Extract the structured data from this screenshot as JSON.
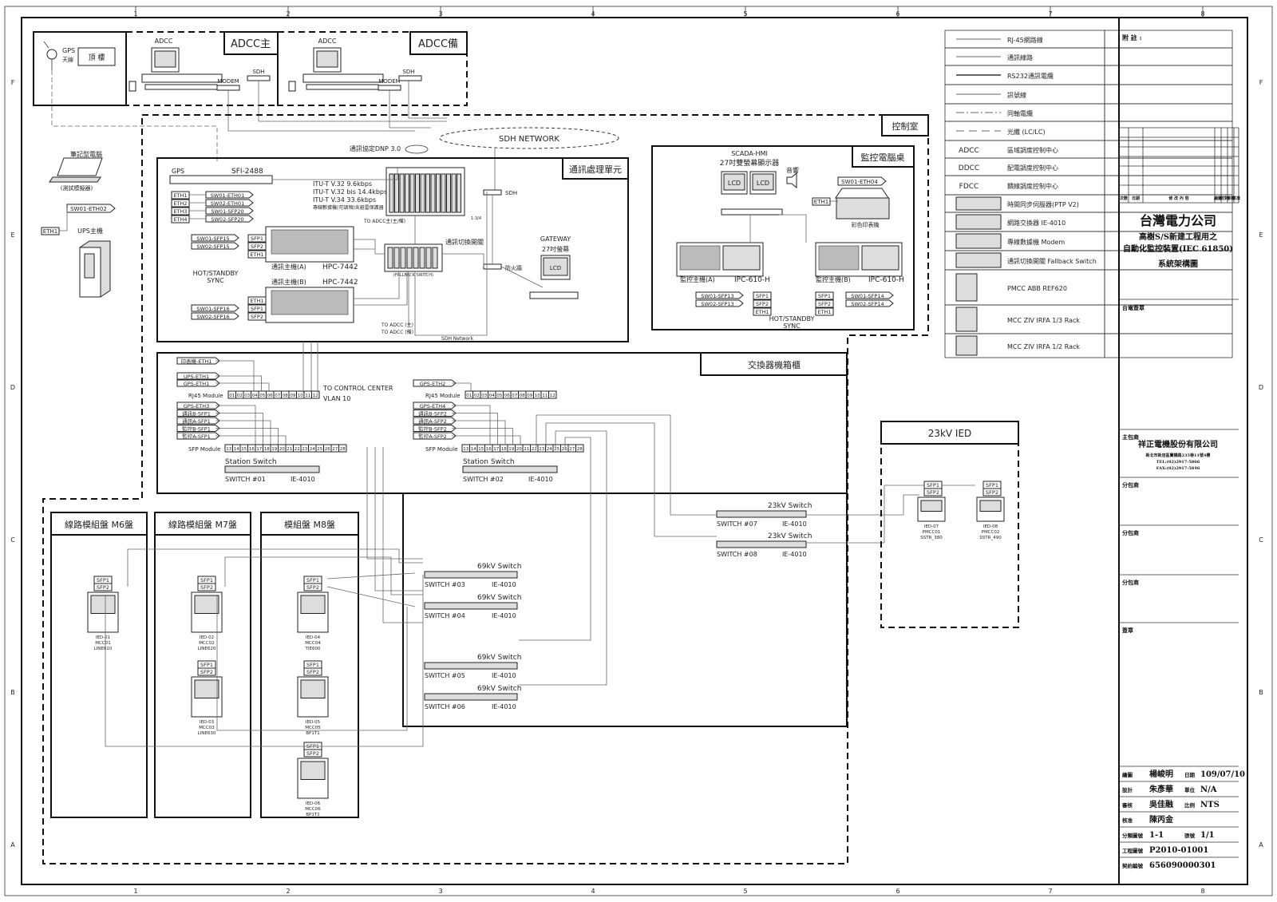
{
  "frame": {
    "col_numbers": [
      "1",
      "2",
      "3",
      "4",
      "5",
      "6",
      "7",
      "8"
    ],
    "row_letters": [
      "F",
      "E",
      "D",
      "C",
      "B",
      "A"
    ]
  },
  "adcc_main": {
    "title": "ADCC主",
    "pc_label": "ADCC",
    "modem": "MODEM",
    "sdh": "SDH"
  },
  "adcc_backup": {
    "title": "ADCC備",
    "pc_label": "ADCC",
    "modem": "MODEM",
    "sdh": "SDH"
  },
  "gps_box": {
    "gps": "GPS",
    "antenna": "天線",
    "roof": "頂 樓"
  },
  "control_room": {
    "title": "控制室"
  },
  "sdh_network": "SDH NETWORK",
  "dnp_label": "通訊協定DNP 3.0",
  "left_devices": {
    "laptop_label": "筆記型電腦",
    "laptop_sub": "(測試模擬器)",
    "sw_eth02": "SW01-ETH02",
    "eth1": "ETH1",
    "ups": "UPS主機"
  },
  "comm_unit": {
    "title": "通訊處理單元",
    "gps": "GPS",
    "sfi": "SFI-2488",
    "eth_labels": [
      "ETH1",
      "ETH2",
      "ETH3",
      "ETH4"
    ],
    "sw_labels": [
      "SW01-ETH01",
      "SW02-ETH01",
      "SW01-SFP20",
      "SW02-SFP20"
    ],
    "itu": [
      "ITU-T V.32 9.6kbps",
      "ITU-T V.32 bis 14.4kbps",
      "ITU-T V.34 33.6kbps"
    ],
    "modem_note": "專線數據機(可調頻)含避雷保護器",
    "to_adcc": "TO ADCC主(主/備)",
    "host_a": "通訊主機(A)",
    "host_b": "通訊主機(B)",
    "hpc": "HPC-7442",
    "sfp_top": [
      "SW01-SFP15",
      "SW02-SFP15"
    ],
    "sfp_bot": [
      "SW01-SFP16",
      "SW02-SFP16"
    ],
    "port_top": [
      "SFP1",
      "SFP2",
      "ETH1"
    ],
    "port_bot": [
      "ETH1",
      "SFP1",
      "SFP2"
    ],
    "hot_standby": "HOT/STANDBY",
    "sync": "SYNC",
    "fallback": "通訊切換開關",
    "fallback_sw": "(FALLBACK SWITCH)",
    "sdh": "SDH",
    "firewall": "防火牆",
    "gateway": "GATEWAY",
    "gateway_sub": "27吋螢幕",
    "lcd": "LCD",
    "to_adcc_m": "TO ADCC (主)",
    "to_adcc_b": "TO ADCC (備)",
    "sdh_network": "SDH Network",
    "rack_label": "1-3/4"
  },
  "monitor_desk": {
    "title": "監控電腦桌",
    "scada": "SCADA-HMI",
    "scada_sub": "27吋雙螢幕顯示器",
    "lcd": "LCD",
    "speaker": "音響",
    "printer": "彩色印表機",
    "sw_eth04": "SW01-ETH04",
    "eth1": "ETH1",
    "host_a": "監控主機(A)",
    "host_b": "監控主機(B)",
    "ipc": "IPC-610-H",
    "sfp_a": [
      "SW01-SFP13",
      "SW02-SFP13"
    ],
    "sfp_b": [
      "SW01-SFP14",
      "SW02-SFP14"
    ],
    "port_a": [
      "SFP1",
      "SFP2",
      "ETH1"
    ],
    "port_b": [
      "SFP1",
      "SFP2",
      "ETH1"
    ],
    "hot_standby": "HOT/STANDBY",
    "sync": "SYNC"
  },
  "switch_cabinet": {
    "title": "交換器機箱櫃",
    "left_rj45": [
      "印表機-ETH1",
      "UPS-ETH1",
      "GPS-ETH1"
    ],
    "left_sfp": [
      "GPS-ETH3",
      "通訊B-SFP1",
      "通訊A-SFP1",
      "監控B-SFP1",
      "監控A-SFP1"
    ],
    "right_rj45": [
      "GPS-ETH2"
    ],
    "right_sfp": [
      "GPS-ETH4",
      "通訊B-SFP2",
      "通訊A-SFP2",
      "監控B-SFP2",
      "監控A-SFP2"
    ],
    "rj45_ports": [
      "01",
      "02",
      "03",
      "04",
      "05",
      "06",
      "07",
      "08",
      "09",
      "10",
      "11",
      "12"
    ],
    "sfp_ports": [
      "13",
      "14",
      "15",
      "16",
      "17",
      "18",
      "19",
      "20",
      "21",
      "22",
      "23",
      "24",
      "25",
      "26",
      "27",
      "28"
    ],
    "rj45_module": "RJ45 Module",
    "sfp_module": "SFP Module",
    "to_cc": "TO CONTROL CENTER",
    "vlan": "VLAN 10",
    "station_switch": "Station Switch",
    "sw01": "SWITCH #01",
    "sw02": "SWITCH #02",
    "ie": "IE-4010"
  },
  "switches_23": [
    {
      "title": "23kV Switch",
      "name": "SWITCH #07",
      "model": "IE-4010"
    },
    {
      "title": "23kV Switch",
      "name": "SWITCH #08",
      "model": "IE-4010"
    }
  ],
  "switches_69": [
    {
      "title": "69kV Switch",
      "name": "SWITCH #03",
      "model": "IE-4010"
    },
    {
      "title": "69kV Switch",
      "name": "SWITCH #04",
      "model": "IE-4010"
    },
    {
      "title": "69kV Switch",
      "name": "SWITCH #05",
      "model": "IE-4010"
    },
    {
      "title": "69kV Switch",
      "name": "SWITCH #06",
      "model": "IE-4010"
    }
  ],
  "ied23": {
    "title": "23kV IED",
    "ieds": [
      {
        "sfp": [
          "SFP1",
          "SFP2"
        ],
        "lines": [
          "IED-07",
          "PMCC01",
          "SSTR_380"
        ]
      },
      {
        "sfp": [
          "SFP1",
          "SFP2"
        ],
        "lines": [
          "IED-08",
          "PMCC02",
          "SSTR_490"
        ]
      }
    ]
  },
  "panels": [
    {
      "title": "線路模組盤 M6盤",
      "ieds": [
        {
          "sfp": [
            "SFP1",
            "SFP2"
          ],
          "lines": [
            "IED-01",
            "MCC01",
            "LINE610"
          ]
        }
      ]
    },
    {
      "title": "線路模組盤 M7盤",
      "ieds": [
        {
          "sfp": [
            "SFP1",
            "SFP2"
          ],
          "lines": [
            "IED-02",
            "MCC02",
            "LINE620"
          ]
        },
        {
          "sfp": [
            "SFP1",
            "SFP2"
          ],
          "lines": [
            "IED-03",
            "MCC03",
            "LINE630"
          ]
        }
      ]
    },
    {
      "title": "模組盤 M8盤",
      "ieds": [
        {
          "sfp": [
            "SFP1",
            "SFP2"
          ],
          "lines": [
            "IED-04",
            "MCC04",
            "TIE600"
          ]
        },
        {
          "sfp": [
            "SFP1",
            "SFP2"
          ],
          "lines": [
            "IED-05",
            "MCC05",
            "BP1T1"
          ]
        },
        {
          "sfp": [
            "SFP1",
            "SFP2"
          ],
          "lines": [
            "IED-06",
            "MCC06",
            "BP1T2"
          ]
        }
      ]
    }
  ],
  "legend": [
    {
      "text": "RJ-45網路線",
      "style": "thin"
    },
    {
      "text": "通訊線路",
      "style": "thin"
    },
    {
      "text": "RS232通訊電纜",
      "style": "thick"
    },
    {
      "text": "訊號線",
      "style": "thin"
    },
    {
      "text": "同軸電纜",
      "style": "dashdot"
    },
    {
      "text": "光纖 (LC/LC)",
      "style": "dash"
    },
    {
      "text": "區域調度控制中心",
      "abbr": "ADCC"
    },
    {
      "text": "配電調度控制中心",
      "abbr": "DDCC"
    },
    {
      "text": "饋線調度控制中心",
      "abbr": "FDCC"
    },
    {
      "text": "時間同步伺服器(PTP V2)",
      "icon": "rack"
    },
    {
      "text": "網路交換器 IE-4010",
      "icon": "switch"
    },
    {
      "text": "專線數據機 Modem",
      "icon": "modem"
    },
    {
      "text": "通訊切換開關 Fallback Switch",
      "icon": "fallback"
    },
    {
      "text": "PMCC ABB REF620",
      "icon": "pmcc"
    },
    {
      "text": "MCC ZIV IRFA 1/3 Rack",
      "icon": "mcc"
    },
    {
      "text": "MCC ZIV IRFA 1/2 Rack",
      "icon": "mcc"
    }
  ],
  "title_block": {
    "notes_label": "附 註 :",
    "rev_headers": [
      "次數",
      "日期",
      "修 改 內 容",
      "繪圖",
      "校對",
      "審核",
      "核准"
    ],
    "company": "台灣電力公司",
    "project_1": "高樹S/S新建工程用之",
    "project_2": "自動化監控裝置(IEC 61850)",
    "project_3": "系統架構圖",
    "taipower_sign": "台電簽章",
    "contractor_label": "主包商",
    "contractor": "祥正電機股份有限公司",
    "contractor_addr": "新北市新店區寶橋路235巷11號4樓",
    "contractor_tel": "TEL:(02)2917-5866",
    "contractor_fax": "FAX:(02)2917-5846",
    "sub1": "分包商",
    "sub2": "分包商",
    "sub3": "分包商",
    "signature": "簽章",
    "rows": [
      {
        "label": "繪圖",
        "value": "楊峻明",
        "label2": "日期",
        "value2": "109/07/10"
      },
      {
        "label": "設計",
        "value": "朱彥華",
        "label2": "單位",
        "value2": "N/A"
      },
      {
        "label": "審核",
        "value": "吳佳融",
        "label2": "比例",
        "value2": "NTS"
      },
      {
        "label": "核准",
        "value": "陳丙金",
        "label2": "",
        "value2": ""
      },
      {
        "label": "分類圖號",
        "value": "1-1",
        "label2": "張號",
        "value2": "1/1"
      },
      {
        "label": "工程圖號",
        "value": "P2010-01001",
        "label2": "",
        "value2": ""
      },
      {
        "label": "契約編號",
        "value": "656090000301",
        "label2": "",
        "value2": ""
      }
    ]
  }
}
